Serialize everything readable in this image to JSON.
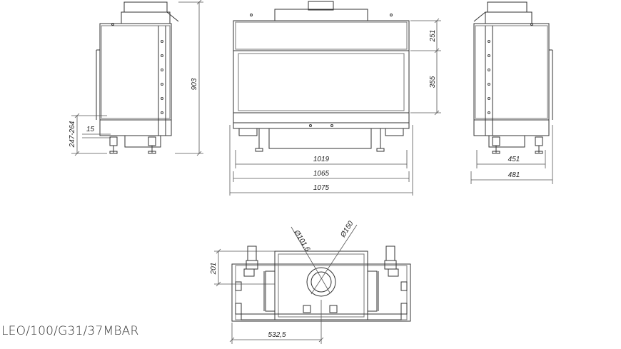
{
  "model": "LEO/100/G31/37MBAR",
  "dimensions": {
    "left_height_total": "903",
    "left_floor_range": "247-264",
    "left_small": "15",
    "front_top": "251",
    "front_window": "355",
    "front_width_1": "1019",
    "front_width_2": "1065",
    "front_width_3": "1075",
    "right_depth_1": "451",
    "right_depth_2": "481",
    "top_flue_inner": "Ø101,6",
    "top_flue_outer": "Ø150",
    "top_height": "201",
    "top_center": "532,5"
  },
  "colors": {
    "line": "#333333",
    "dim_line": "#555555",
    "hatch": "#888888"
  }
}
